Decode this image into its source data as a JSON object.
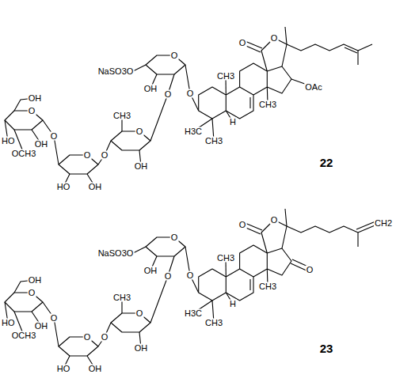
{
  "diagram": {
    "labels": [
      "O",
      "O",
      "CH3",
      "CH3",
      "H3C",
      "CH3",
      "H",
      "O",
      "O",
      "OH",
      "NaSO3O",
      "O",
      "CH3",
      "O",
      "OH",
      "O",
      "O",
      "HO",
      "OH",
      "O",
      "O",
      "OH",
      "HO",
      "OCH3",
      "OH",
      "OAc",
      "22",
      "O",
      "O",
      "CH3",
      "CH3",
      "H3C",
      "CH3",
      "H",
      "O",
      "O",
      "OH",
      "NaSO3O",
      "O",
      "CH3",
      "O",
      "OH",
      "O",
      "O",
      "HO",
      "OH",
      "O",
      "O",
      "OH",
      "HO",
      "OCH3",
      "OH",
      "O",
      "CH2",
      "23"
    ]
  }
}
